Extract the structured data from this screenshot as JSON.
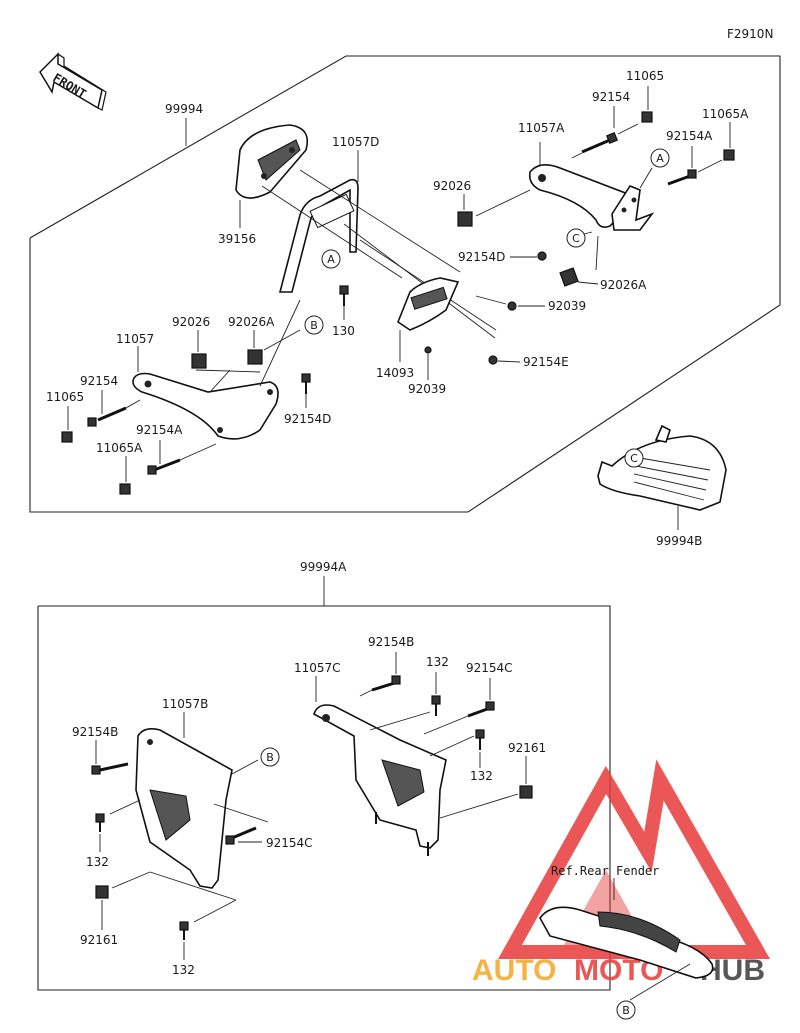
{
  "figure_code": "F2910N",
  "front_label": "FRONT",
  "top_group_label": "99994",
  "bottom_group_label": "99994A",
  "reference_label": "Ref.Rear Fender",
  "watermark": {
    "text_auto": "AUTO",
    "text_moto": "MOTO",
    "text_hub": "HUB",
    "accent_color": "#e83a3a",
    "secondary_color": "#f5a623",
    "text_color": "#3a3a3a"
  },
  "callouts": {
    "a": "A",
    "b": "B",
    "c": "C"
  },
  "parts": {
    "p11065_top": "11065",
    "p92154_top": "92154",
    "p11065A_top": "11065A",
    "p11057A": "11057A",
    "p92154A_top": "92154A",
    "p11057D": "11057D",
    "p92026_top": "92026",
    "p39156": "39156",
    "p92154D_top": "92154D",
    "p92026A_top": "92026A",
    "p92039_a": "92039",
    "p130": "130",
    "p92154E": "92154E",
    "p14093": "14093",
    "p92039_b": "92039",
    "p11057": "11057",
    "p92026_left": "92026",
    "p92026A_left": "92026A",
    "p92154_left": "92154",
    "p11065_left": "11065",
    "p92154A_left": "92154A",
    "p11065A_left": "11065A",
    "p92154D_left": "92154D",
    "p99994B": "99994B",
    "p92154B_right": "92154B",
    "p11057C": "11057C",
    "p132_top": "132",
    "p92154C_right": "92154C",
    "p132_mid": "132",
    "p92161_right": "92161",
    "p11057B": "11057B",
    "p92154B_left": "92154B",
    "p132_left": "132",
    "p92154C_left": "92154C",
    "p92161_left": "92161",
    "p132_bottom": "132"
  }
}
